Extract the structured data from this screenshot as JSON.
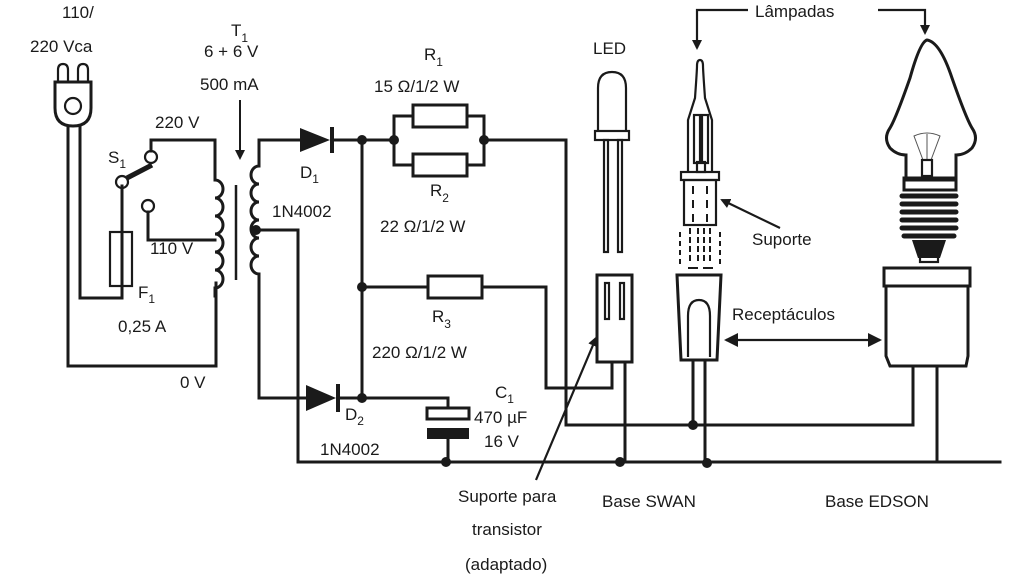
{
  "diagram": {
    "type": "circuit-schematic",
    "colors": {
      "ink": "#1a1a1a",
      "background": "#ffffff"
    },
    "mains": {
      "label_line1": "110/",
      "label_line2": "220 Vca",
      "icon": "power-plug-icon"
    },
    "switch": {
      "ref": "S",
      "ref_sub": "1",
      "tap_220": "220 V",
      "tap_110": "110 V"
    },
    "fuse": {
      "ref": "F",
      "ref_sub": "1",
      "value": "0,25 A"
    },
    "transformer": {
      "ref": "T",
      "ref_sub": "1",
      "voltage": "6 + 6 V",
      "current": "500 mA",
      "zero": "0 V"
    },
    "diode1": {
      "ref": "D",
      "ref_sub": "1",
      "part": "1N4002"
    },
    "diode2": {
      "ref": "D",
      "ref_sub": "2",
      "part": "1N4002"
    },
    "r1": {
      "ref": "R",
      "ref_sub": "1",
      "value": "15 Ω/1/2 W"
    },
    "r2": {
      "ref": "R",
      "ref_sub": "2",
      "value": "22 Ω/1/2 W"
    },
    "r3": {
      "ref": "R",
      "ref_sub": "3",
      "value": "220 Ω/1/2 W"
    },
    "c1": {
      "ref": "C",
      "ref_sub": "1",
      "value": "470 µF",
      "voltage": "16 V"
    },
    "led": {
      "label": "LED"
    },
    "lamps": {
      "label": "Lâmpadas"
    },
    "support": {
      "label": "Suporte"
    },
    "receptacles": {
      "label": "Receptáculos"
    },
    "transistor_socket": {
      "line1": "Suporte para",
      "line2": "transistor",
      "line3": "(adaptado)"
    },
    "base_swan": {
      "label": "Base SWAN"
    },
    "base_edson": {
      "label": "Base EDSON"
    }
  }
}
